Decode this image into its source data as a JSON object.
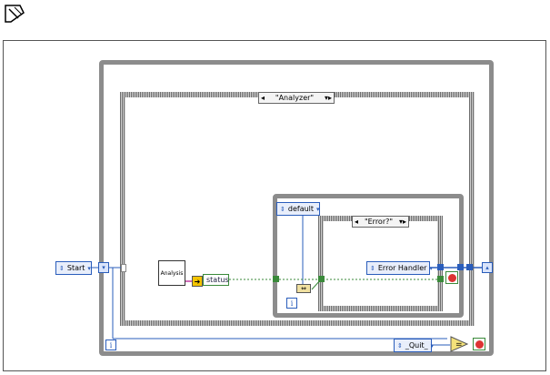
{
  "diagram": {
    "outer_case_selector": "\"Analyzer\"",
    "inner_case_selector": "\"Error?\"",
    "start_constant": "Start",
    "default_constant": "default",
    "error_handler_constant": "Error Handler",
    "quit_constant": "_Quit_",
    "analysis_subvi": "Analysis",
    "status_label": "status",
    "iteration_terminal": "i",
    "equal_node": "="
  },
  "colors": {
    "enum_wire": "#2a5dbb",
    "string_wire": "#3a8a3a",
    "loop_border": "#8c8c8c"
  }
}
